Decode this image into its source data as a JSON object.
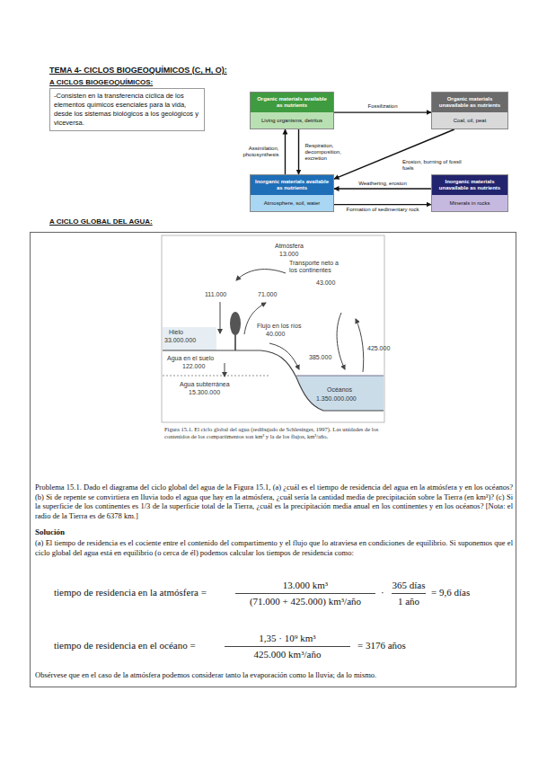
{
  "diagram": {
    "title": "TEMA 4- CICLOS BIOGEOQUÍMICOS (C, H, O):",
    "caption": "Figura 15.1. El ciclo global del agua (redibujado de Schlesinger, 1997). Las unidades de los contenidos de los compartimentos son km³ y la de los flujos, km³/año.",
    "nodes": [
      {
        "text": [
          "-Consisten en la transferencia cíclica de los elementos químicos esenciales para la vida, desde los sistemas biológicos a los geológicos y viceversa."
        ]
      },
      {
        "text": [
          "Organic materials available as nutrients",
          "Living organisms, detritus"
        ]
      },
      {
        "text": [
          "Organic materials unavailable as nutrients",
          "Coal, oil, peat"
        ]
      },
      {
        "text": [
          "Inorganic materials available as nutrients",
          "Atmosphere, soil, water"
        ]
      },
      {
        "text": [
          "Inorganic materials unavailable as nutrients",
          "Minerals in rocks"
        ]
      },
      {
        "text": [
          "Problema 15.1. Dado el diagrama del ciclo global del agua de la Figura 15.1, (a) ¿cuál es el tiempo de residencia del agua en la atmósfera y en los océanos? (b) Si de repente se convirtiera en lluvia todo el agua que hay en la atmósfera, ¿cuál sería la cantidad media de precipitación sobre la Tierra (en km³)? (c) Si la superficie de los continentes es 1/3 de la superficie total de la Tierra, ¿cuál es la precipitación media anual en los continentes y en los océanos? [Nota: el radio de la Tierra es de 6378 km.]",
          "Solución",
          "(a) El tiempo de residencia es el cociente entre el contenido del compartimento y el flujo que lo atraviesa en condiciones de equilibrio. Si suponemos que el ciclo global del agua está en equilibrio (o cerca de él) podemos calcular los tiempos de residencia como:",
          "Obsérvese que en el caso de la atmósfera podemos considerar tanto la evaporación como la lluvia; da lo mismo."
        ]
      }
    ],
    "edges": [
      {
        "from": 1,
        "to": 2,
        "label": "Fossilization",
        "arrow": "to"
      },
      {
        "from": 1,
        "to": 3,
        "label": "Respiration, decomposition, excretion",
        "arrow": "to"
      },
      {
        "from": 3,
        "to": 1,
        "label": "Assimilation, photosynthesis",
        "arrow": "to"
      },
      {
        "from": 2,
        "to": 3,
        "label": "Erosion, burning of fossil fuels",
        "arrow": "to"
      },
      {
        "from": 4,
        "to": 3,
        "label": "Weathering, erosion",
        "arrow": "to"
      },
      {
        "from": 3,
        "to": 4,
        "label": "Formation of sedimentary rock",
        "arrow": "to"
      }
    ],
    "labels": [
      "A CICLOS BIOGEOQUÍMICOS:",
      "A CICLO GLOBAL DEL AGUA:",
      "Atmósfera",
      "13.000",
      "111.000",
      "71.000",
      "Transporte neto a los continentes",
      "43.000",
      "Flujo en los ríos",
      "40.000",
      "385.000",
      "425.000",
      "Hielo",
      "33.000.000",
      "Agua en el suelo",
      "122.000",
      "Agua subterránea",
      "15.300.000",
      "Océanos",
      "1.350.000.000",
      "tiempo de residencia en la atmósfera =",
      "13.000 km³",
      "(71.000 + 425.000) km³/año",
      "·",
      "365 días",
      "1 año",
      "= 9,6 días",
      "tiempo de residencia en el océano =",
      "1,35 · 10⁹ km³",
      "425.000 km³/año",
      "= 3176 años"
    ]
  }
}
